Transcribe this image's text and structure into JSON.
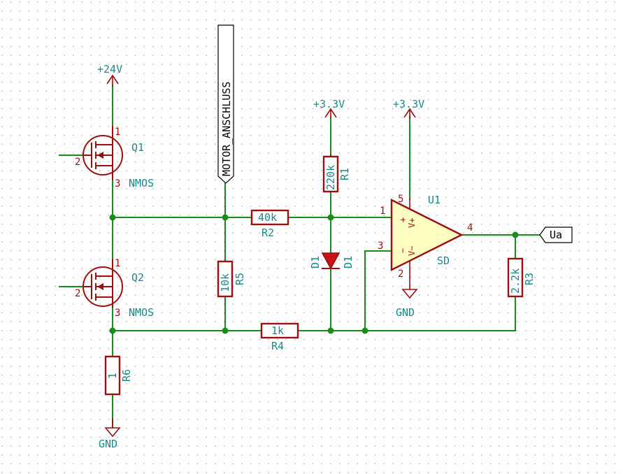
{
  "power": {
    "vcc24": "+24V",
    "vcc33_a": "+3.3V",
    "vcc33_b": "+3.3V",
    "gnd_a": "GND",
    "gnd_b": "GND"
  },
  "labels": {
    "motor": "MOTOR_ANSCHLUSS",
    "out": "Ua"
  },
  "q1": {
    "ref": "Q1",
    "value": "NMOS",
    "pin1": "1",
    "pin2": "2",
    "pin3": "3"
  },
  "q2": {
    "ref": "Q2",
    "value": "NMOS",
    "pin1": "1",
    "pin2": "2",
    "pin3": "3"
  },
  "r1": {
    "ref": "R1",
    "value": "220k"
  },
  "r2": {
    "ref": "R2",
    "value": "40k"
  },
  "r3": {
    "ref": "R3",
    "value": "2.2k"
  },
  "r4": {
    "ref": "R4",
    "value": "1k"
  },
  "r5": {
    "ref": "R5",
    "value": "10k"
  },
  "r6": {
    "ref": "R6",
    "value": "1"
  },
  "d1": {
    "ref": "D1",
    "value": "D1"
  },
  "u1": {
    "ref": "U1",
    "value": "SD",
    "pin1": "1",
    "pin2": "2",
    "pin3": "3",
    "pin4": "4",
    "pin5": "5",
    "plus": "+",
    "minus": "−",
    "vplus": "V+",
    "vminus": "V−"
  }
}
